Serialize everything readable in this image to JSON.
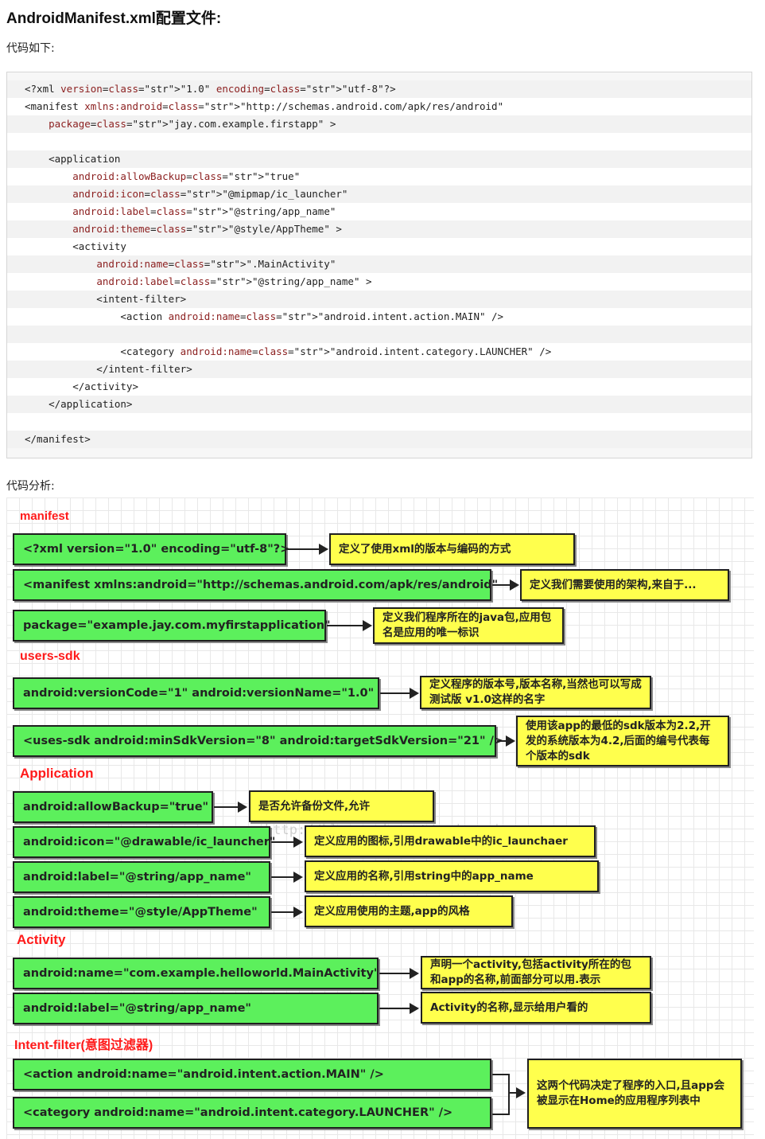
{
  "page": {
    "title": "AndroidManifest.xml配置文件:",
    "code_label": "代码如下:",
    "analysis_label": "代码分析:"
  },
  "code_lines": [
    "<?xml version=\"1.0\" encoding=\"utf-8\"?>",
    "<manifest xmlns:android=\"http://schemas.android.com/apk/res/android\"",
    "    package=\"jay.com.example.firstapp\" >",
    "",
    "    <application",
    "        android:allowBackup=\"true\"",
    "        android:icon=\"@mipmap/ic_launcher\"",
    "        android:label=\"@string/app_name\"",
    "        android:theme=\"@style/AppTheme\" >",
    "        <activity",
    "            android:name=\".MainActivity\"",
    "            android:label=\"@string/app_name\" >",
    "            <intent-filter>",
    "                <action android:name=\"android.intent.action.MAIN\" />",
    "",
    "                <category android:name=\"android.intent.category.LAUNCHER\" />",
    "            </intent-filter>",
    "        </activity>",
    "    </application>",
    "",
    "</manifest>"
  ],
  "diagram": {
    "watermark": "http://blog.csdn.net/coder_pig",
    "sections": {
      "manifest": "manifest",
      "users_sdk": "users-sdk",
      "application": "Application",
      "activity": "Activity",
      "intent_filter": "Intent-filter(意图过滤器)"
    },
    "rows": [
      {
        "code": "<?xml version=\"1.0\" encoding=\"utf-8\"?>",
        "desc": "定义了使用xml的版本与编码的方式"
      },
      {
        "code": "<manifest xmlns:android=\"http://schemas.android.com/apk/res/android\"",
        "desc": "定义我们需要使用的架构,来自于..."
      },
      {
        "code": "package=\"example.jay.com.myfirstapplication\"",
        "desc": "定义我们程序所在的java包,应用包名是应用的唯一标识"
      },
      {
        "code": "android:versionCode=\"1\"     android:versionName=\"1.0\"",
        "desc": "定义程序的版本号,版本名称,当然也可以写成测试版 v1.0这样的名字"
      },
      {
        "code": "<uses-sdk  android:minSdkVersion=\"8\"  android:targetSdkVersion=\"21\" />",
        "desc": "使用该app的最低的sdk版本为2.2,开发的系统版本为4.2,后面的编号代表每个版本的sdk"
      },
      {
        "code": "android:allowBackup=\"true\"",
        "desc": "是否允许备份文件,允许"
      },
      {
        "code": "android:icon=\"@drawable/ic_launcher\"",
        "desc": "定义应用的图标,引用drawable中的ic_launchaer"
      },
      {
        "code": "android:label=\"@string/app_name\"",
        "desc": "定义应用的名称,引用string中的app_name"
      },
      {
        "code": "android:theme=\"@style/AppTheme\"",
        "desc": "定义应用使用的主题,app的风格"
      },
      {
        "code": "android:name=\"com.example.helloworld.MainActivity\"",
        "desc": "声明一个activity,包括activity所在的包和app的名称,前面部分可以用.表示"
      },
      {
        "code": "android:label=\"@string/app_name\"",
        "desc": "Activity的名称,显示给用户看的"
      },
      {
        "code": "<action android:name=\"android.intent.action.MAIN\" />",
        "desc": "这两个代码决定了程序的入口,且app会被显示在Home的应用程序列表中"
      },
      {
        "code": "<category android:name=\"android.intent.category.LAUNCHER\" />",
        "desc": ""
      }
    ]
  },
  "colors": {
    "section": "#ff1a1a",
    "code_box": "#5cf05c",
    "desc_box": "#ffff4d"
  }
}
